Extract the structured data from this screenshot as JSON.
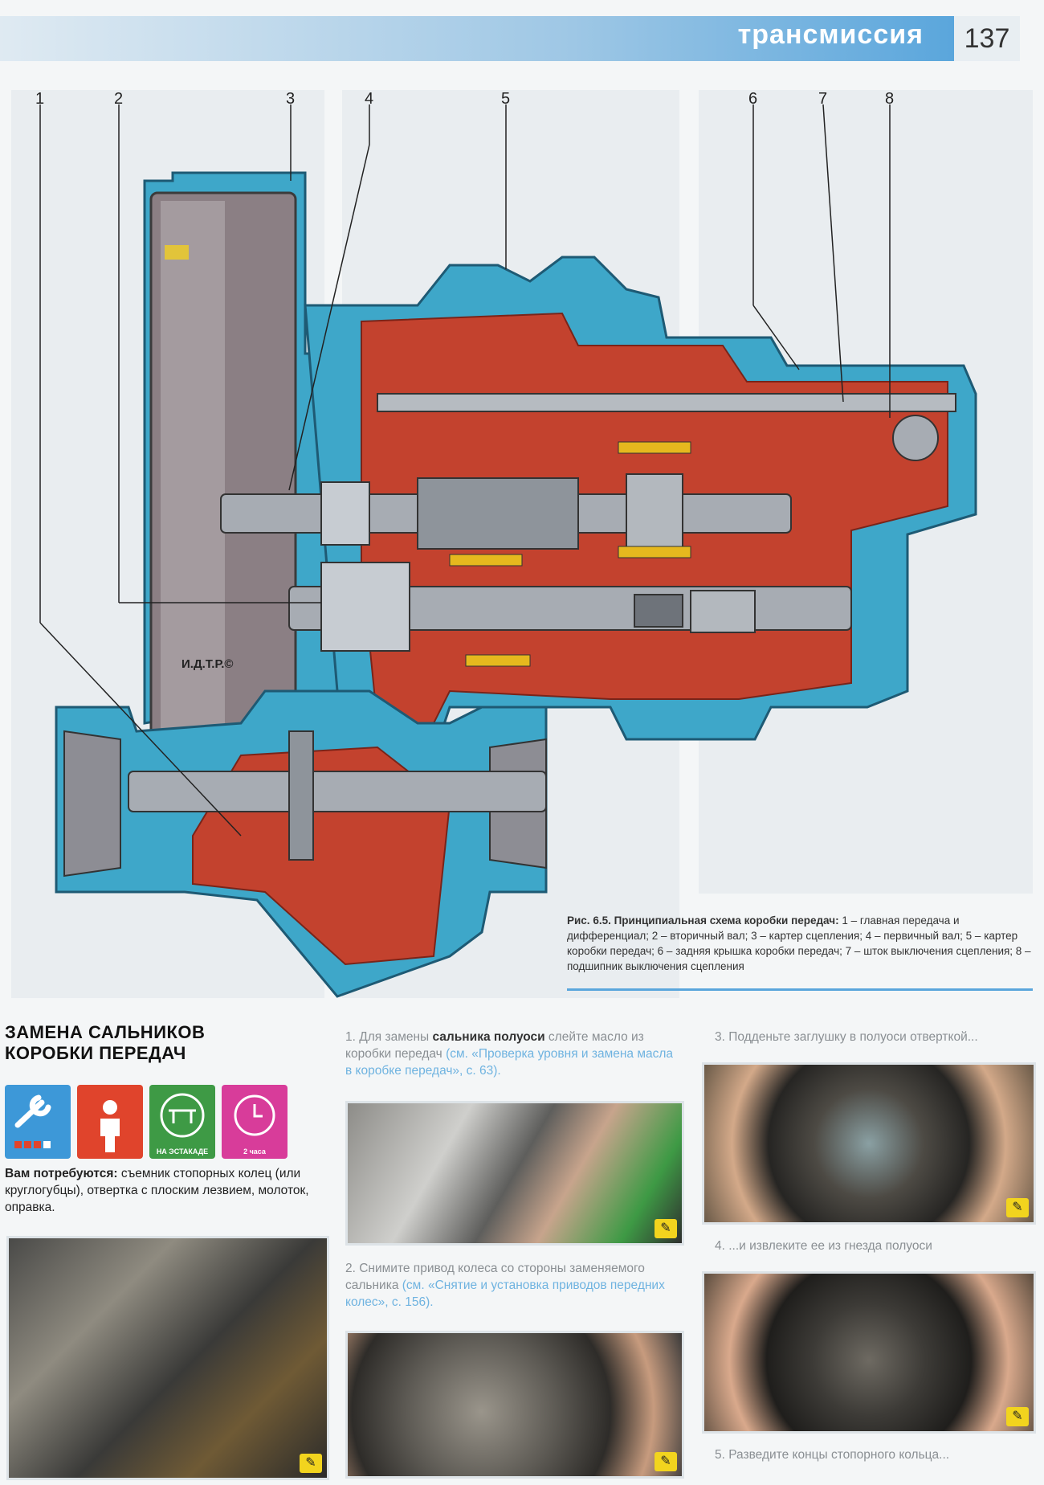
{
  "header": {
    "section": "трансмиссия",
    "page_number": "137"
  },
  "figure": {
    "callouts": [
      "1",
      "2",
      "3",
      "4",
      "5",
      "6",
      "7",
      "8"
    ],
    "copyright": "И.Д.Т.Р.©",
    "caption_title": "Рис. 6.5. Принципиальная схема коробки передач:",
    "caption_body": " 1 – главная передача и дифференциал; 2 – вторичный вал; 3 – картер сцепления; 4 – первичный вал; 5 – картер коробки передач; 6 – задняя крышка коробки передач; 7 – шток выключения сцепления; 8 – подшипник выключения сцепления"
  },
  "section": {
    "title_line1": "ЗАМЕНА САЛЬНИКОВ",
    "title_line2": "КОРОБКИ ПЕРЕДАЧ",
    "badges": [
      {
        "icon": "wrench-icon",
        "label": "",
        "color": "#3d98d8"
      },
      {
        "icon": "person-icon",
        "label": "",
        "color": "#e0442c"
      },
      {
        "icon": "lift-icon",
        "label": "НА ЭСТАКАДЕ",
        "color": "#3e9a45"
      },
      {
        "icon": "clock-icon",
        "label": "2 часа",
        "color": "#d83c9a"
      }
    ],
    "tools_lead": "Вам потребуются:",
    "tools_text": " съемник стопорных колец (или круглогубцы), отвертка с плоским лезвием, молоток, оправка."
  },
  "steps": {
    "s1_a": "1. Для замены ",
    "s1_b": "сальника полуоси",
    "s1_c": " слейте масло из коробки передач ",
    "s1_ref": "(см. «Проверка уровня и замена масла в коробке передач», с. 63).",
    "s2_a": "2. Снимите привод колеса со стороны заменяемого сальника ",
    "s2_ref": "(см. «Снятие и установка приводов передних колес», с. 156).",
    "s3": "3. Подденьте заглушку в полуоси отверткой...",
    "s4": "4. ...и извлеките ее из гнезда полуоси",
    "s5": "5. Разведите концы стопорного кольца..."
  },
  "colors": {
    "housing_blue": "#3ea7c9",
    "oil_red": "#c3422e",
    "accent_blue": "#5aa6dc",
    "tool_yellow": "#f2d41e"
  }
}
